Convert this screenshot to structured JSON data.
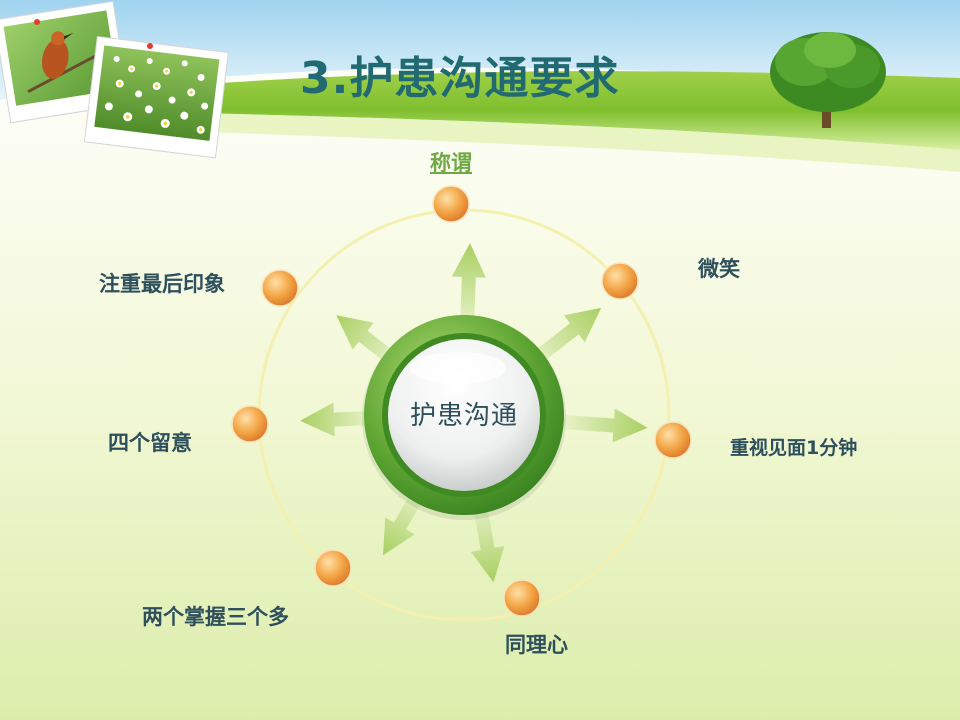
{
  "slide": {
    "title": "3.护患沟通要求",
    "center_label": "护患沟通",
    "items": [
      {
        "label": "称谓"
      },
      {
        "label": "微笑"
      },
      {
        "label": "重视见面1分钟"
      },
      {
        "label": "同理心"
      },
      {
        "label": "两个掌握三个多"
      },
      {
        "label": "四个留意"
      },
      {
        "label": "注重最后印象"
      }
    ]
  },
  "colors": {
    "title": "#226a72",
    "label": "#2e4f5c",
    "link_label": "#6fa844",
    "node": "#f0a040",
    "hub_ring": "#4e9a2a",
    "grass": "#8cc63f",
    "sky": "#bfe3f5"
  },
  "icons": [
    "bird-photo",
    "flower-field-photo",
    "tree-illustration"
  ]
}
